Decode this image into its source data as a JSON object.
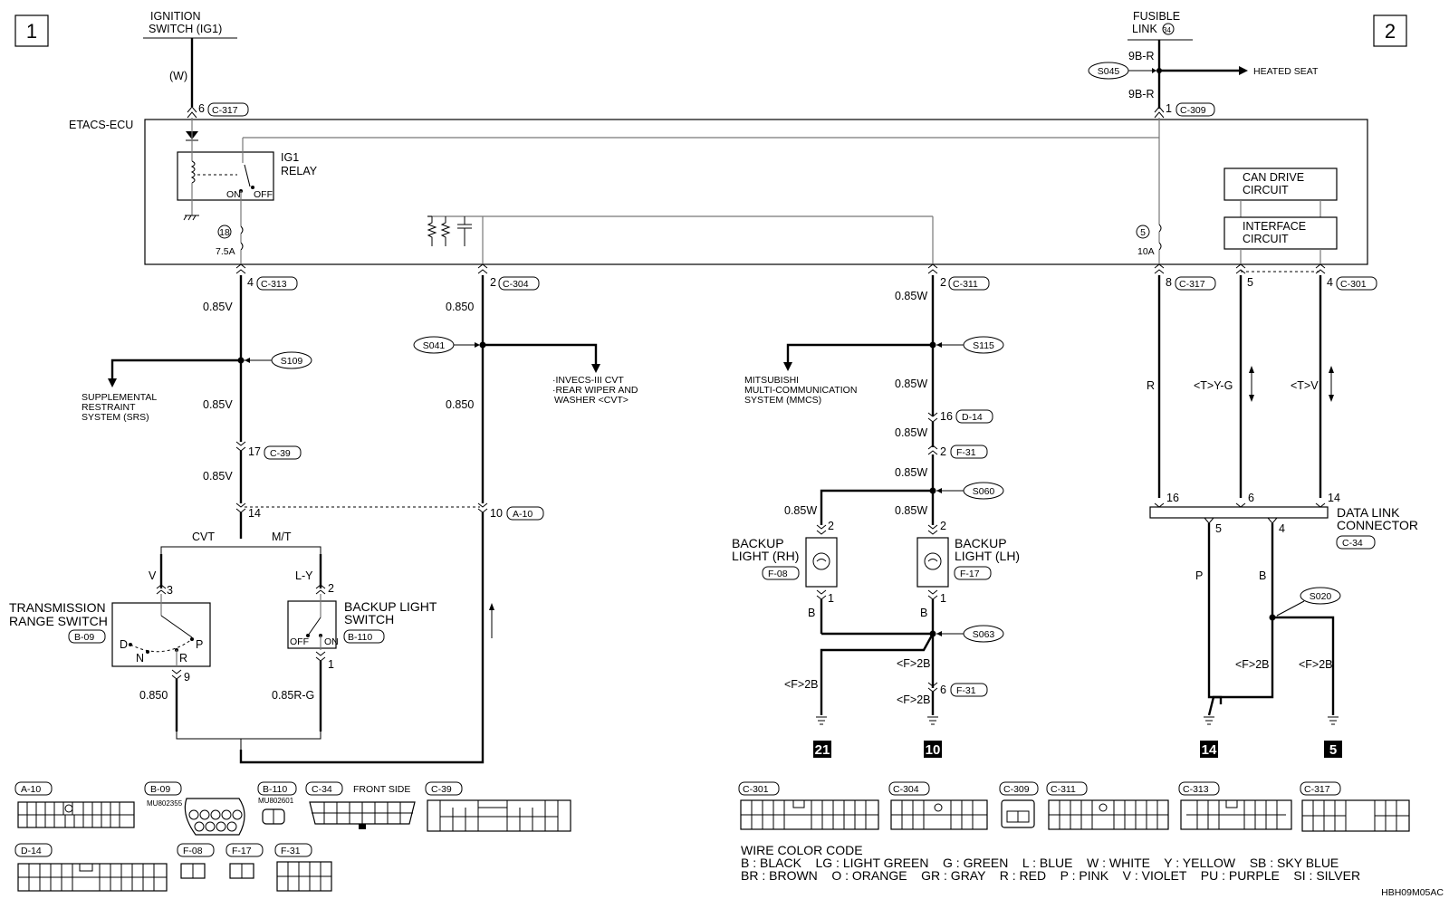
{
  "page_num_left": "1",
  "page_num_right": "2",
  "ignition_switch": {
    "line1": "IGNITION",
    "line2": "SWITCH (IG1)",
    "color": "(W)"
  },
  "fusible_link": {
    "line1": "FUSIBLE",
    "line2": "LINK",
    "num": "34"
  },
  "etacs_ecu": "ETACS-ECU",
  "ig1_relay": {
    "line1": "IG1",
    "line2": "RELAY",
    "on": "ON",
    "off": "OFF"
  },
  "fuse18": {
    "num": "18",
    "amp": "7.5A"
  },
  "fuse5": {
    "num": "5",
    "amp": "10A"
  },
  "can_drive": {
    "line1": "CAN DRIVE",
    "line2": "CIRCUIT"
  },
  "interface": {
    "line1": "INTERFACE",
    "line2": "CIRCUIT"
  },
  "heated_seat": "HEATED SEAT",
  "connectors": {
    "c317_top": {
      "pin": "6",
      "id": "C-317"
    },
    "c309": {
      "pin": "1",
      "id": "C-309"
    },
    "c313": {
      "pin": "4",
      "id": "C-313"
    },
    "c304": {
      "pin": "2",
      "id": "C-304"
    },
    "c311": {
      "pin": "2",
      "id": "C-311"
    },
    "c317_b": {
      "pin": "8",
      "id": "C-317"
    },
    "c301_pin5": "5",
    "c301": {
      "pin": "4",
      "id": "C-301"
    },
    "c39": {
      "pin": "17",
      "id": "C-39"
    },
    "d14": {
      "pin": "16",
      "id": "D-14"
    },
    "f31a": {
      "pin": "2",
      "id": "F-31"
    },
    "a10": {
      "pin": "10",
      "id": "A-10"
    },
    "f31b": {
      "pin": "6",
      "id": "F-31"
    },
    "pin14": "14",
    "pin16": "16",
    "pin6": "6",
    "pin14b": "14"
  },
  "splices": {
    "s045": "S045",
    "s109": "S109",
    "s041": "S041",
    "s115": "S115",
    "s060": "S060",
    "s063": "S063",
    "s020": "S020"
  },
  "wires": {
    "w_9br_a": "9B-R",
    "w_9br_b": "9B-R",
    "w_085v_a": "0.85V",
    "w_085v_b": "0.85V",
    "w_085v_c": "0.85V",
    "w_085o_a": "0.850",
    "w_085o_b": "0.850",
    "w_085w_a": "0.85W",
    "w_085w_b": "0.85W",
    "w_085w_c": "0.85W",
    "w_085w_d": "0.85W",
    "w_085w_e": "0.85W",
    "w_085w_f": "0.85W",
    "w_r": "R",
    "w_tyg": "<T>Y-G",
    "w_tv": "<T>V",
    "w_v": "V",
    "w_ly": "L-Y",
    "w_085o_c": "0.850",
    "w_085rg": "0.85R-G",
    "w_b_a": "B",
    "w_b_b": "B",
    "w_f2b_a": "<F>2B",
    "w_f2b_b": "<F>2B",
    "w_f2b_c": "<F>2B",
    "w_p": "P",
    "w_b_c": "B",
    "w_f2b_d": "<F>2B",
    "w_f2b_e": "<F>2B"
  },
  "srs": {
    "line1": "SUPPLEMENTAL",
    "line2": "RESTRAINT",
    "line3": "SYSTEM (SRS)"
  },
  "invecs": {
    "line1": "·INVECS-III CVT",
    "line2": "·REAR WIPER AND",
    "line3": "WASHER <CVT>"
  },
  "mmcs": {
    "line1": "MITSUBISHI",
    "line2": "MULTI-COMMUNICATION",
    "line3": "SYSTEM (MMCS)"
  },
  "cvt": "CVT",
  "mt": "M/T",
  "trs": {
    "line1": "TRANSMISSION",
    "line2": "RANGE SWITCH",
    "id": "B-09",
    "pin_top": "3",
    "pin_bot": "9",
    "d": "D",
    "n": "N",
    "r": "R",
    "p": "P"
  },
  "bls": {
    "line1": "BACKUP LIGHT",
    "line2": "SWITCH",
    "id": "B-110",
    "pin_top": "2",
    "pin_bot": "1",
    "off": "OFF",
    "on": "ON"
  },
  "bl_rh": {
    "line1": "BACKUP",
    "line2": "LIGHT (RH)",
    "id": "F-08",
    "pin_top": "2",
    "pin_bot": "1"
  },
  "bl_lh": {
    "line1": "BACKUP",
    "line2": "LIGHT (LH)",
    "id": "F-17",
    "pin_top": "2",
    "pin_bot": "1"
  },
  "dlc": {
    "line1": "DATA LINK",
    "line2": "CONNECTOR",
    "id": "C-34",
    "pin5": "5",
    "pin4": "4"
  },
  "grounds": {
    "g21": "21",
    "g10": "10",
    "g14": "14",
    "g5": "5"
  },
  "connector_views": {
    "a10": "A-10",
    "b09": "B-09",
    "b09_part": "MU802355",
    "b110": "B-110",
    "b110_part": "MU802601",
    "c34": "C-34",
    "front_side": "FRONT SIDE",
    "c39": "C-39",
    "d14": "D-14",
    "f08": "F-08",
    "f17": "F-17",
    "f31": "F-31",
    "c301": "C-301",
    "c304": "C-304",
    "c309": "C-309",
    "c311": "C-311",
    "c313": "C-313",
    "c317": "C-317"
  },
  "wire_color_code": {
    "title": "WIRE COLOR CODE",
    "row1": "B : BLACK    LG : LIGHT GREEN    G : GREEN    L : BLUE    W : WHITE    Y : YELLOW    SB : SKY BLUE",
    "row2": "BR : BROWN    O : ORANGE    GR : GRAY    R : RED    P : PINK    V : VIOLET    PU : PURPLE    SI : SILVER"
  },
  "code": "HBH09M05AC"
}
